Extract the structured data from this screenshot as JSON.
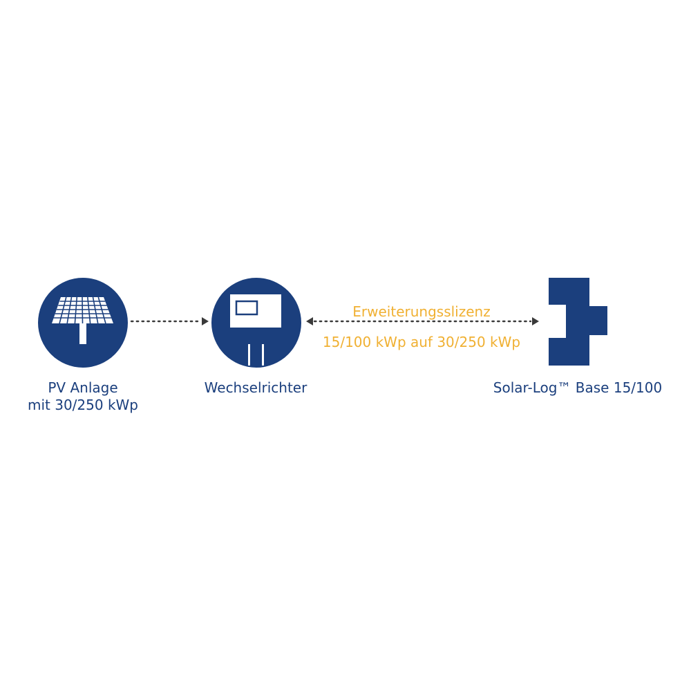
{
  "colors": {
    "primary": "#1b3f7d",
    "accent": "#f0b032",
    "arrow": "#3a3a3a",
    "background": "#ffffff"
  },
  "nodes": [
    {
      "id": "pv",
      "icon": "solar-panel-icon",
      "label_lines": [
        "PV Anlage",
        "mit 30/250 kWp"
      ]
    },
    {
      "id": "inverter",
      "icon": "inverter-icon",
      "label_lines": [
        "Wechselrichter"
      ]
    },
    {
      "id": "solarlog",
      "icon": "solar-log-device-icon",
      "label_lines": [
        "Solar-Log™ Base 15/100"
      ]
    }
  ],
  "connections": [
    {
      "from": "pv",
      "to": "inverter",
      "style": "dotted",
      "direction": "forward"
    },
    {
      "from": "inverter",
      "to": "solarlog",
      "style": "dotted",
      "direction": "both",
      "label_lines": [
        "Erweiterungsslizenz",
        "15/100 kWp auf 30/250 kWp"
      ]
    }
  ]
}
